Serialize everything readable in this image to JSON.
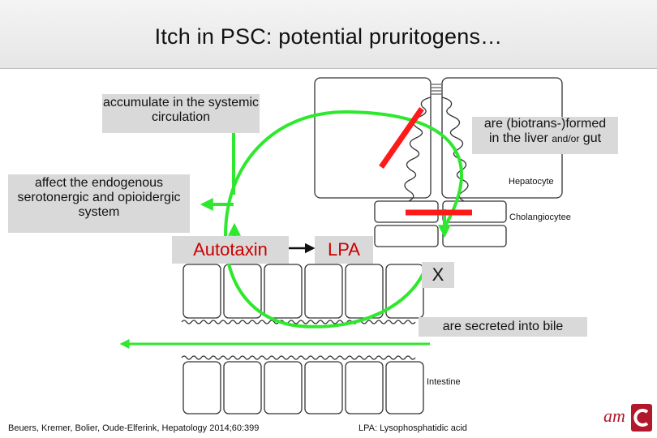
{
  "title": "Itch in PSC: potential pruritogens…",
  "labels": {
    "accumulate": "accumulate in the systemic circulation",
    "biotrans_line1": "are (biotrans-)formed",
    "biotrans_line2_a": "in the liver ",
    "biotrans_line2_b": "and/or",
    "biotrans_line2_c": " gut",
    "affect": "affect the endogenous serotonergic and opioidergic system",
    "autotaxin": "Autotaxin",
    "lpa": "LPA",
    "x_mark": "X",
    "secreted": "are secreted into bile",
    "hepatocyte": "Hepatocyte",
    "cholangiocyte": "Cholangiocytee",
    "intestine": "Intestine"
  },
  "footer": {
    "citation": "Beuers, Kremer, Bolier, Oude-Elferink, Hepatology 2014;60:399",
    "lpa_note": "LPA: Lysophosphatidic acid"
  },
  "logo": {
    "text": "am"
  },
  "colors": {
    "arrow_green": "#2ee82e",
    "block_red": "#ff1a1a",
    "label_bg": "#d9d9d9",
    "autotaxin_text": "#cc0000",
    "logo_red": "#b2182b"
  }
}
